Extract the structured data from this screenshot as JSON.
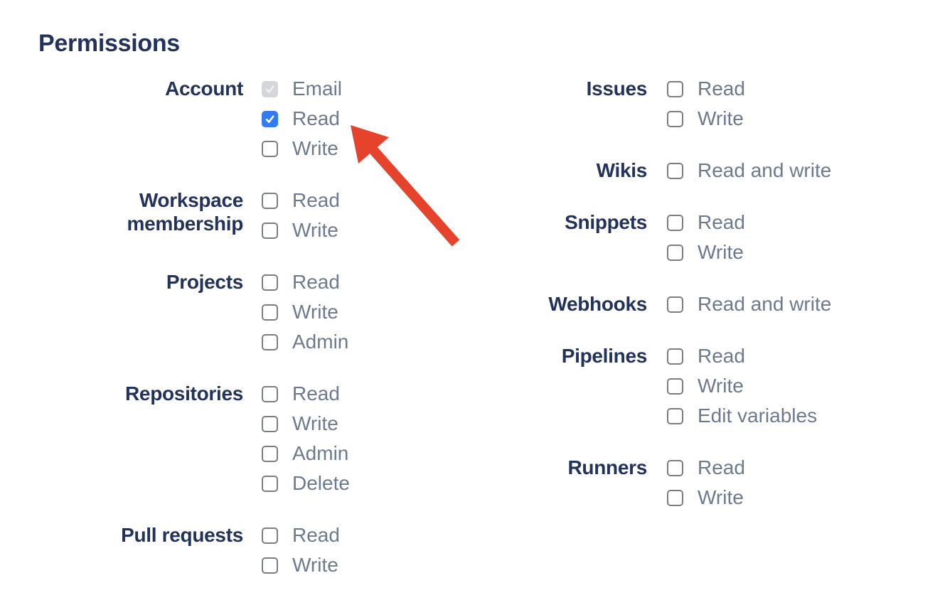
{
  "colors": {
    "heading_text": "#22325B",
    "group_label_text": "#22325B",
    "option_label_text": "#6D7A8E",
    "checkbox_checked_bg": "#337AF5",
    "checkbox_check": "#FFFFFF",
    "checkbox_border": "#7A7E84",
    "checkbox_disabled_bg": "#D4D6D9",
    "checkbox_disabled_check": "#EDEFF1",
    "arrow": "#E5432C"
  },
  "permissions": {
    "heading": "Permissions",
    "columns": [
      {
        "side": "left",
        "groups": [
          {
            "label": "Account",
            "options": [
              {
                "label": "Email",
                "state": "checked_disabled"
              },
              {
                "label": "Read",
                "state": "checked"
              },
              {
                "label": "Write",
                "state": "unchecked"
              }
            ]
          },
          {
            "label": "Workspace membership",
            "options": [
              {
                "label": "Read",
                "state": "unchecked"
              },
              {
                "label": "Write",
                "state": "unchecked"
              }
            ]
          },
          {
            "label": "Projects",
            "options": [
              {
                "label": "Read",
                "state": "unchecked"
              },
              {
                "label": "Write",
                "state": "unchecked"
              },
              {
                "label": "Admin",
                "state": "unchecked"
              }
            ]
          },
          {
            "label": "Repositories",
            "options": [
              {
                "label": "Read",
                "state": "unchecked"
              },
              {
                "label": "Write",
                "state": "unchecked"
              },
              {
                "label": "Admin",
                "state": "unchecked"
              },
              {
                "label": "Delete",
                "state": "unchecked"
              }
            ]
          },
          {
            "label": "Pull requests",
            "options": [
              {
                "label": "Read",
                "state": "unchecked"
              },
              {
                "label": "Write",
                "state": "unchecked"
              }
            ]
          }
        ]
      },
      {
        "side": "right",
        "groups": [
          {
            "label": "Issues",
            "options": [
              {
                "label": "Read",
                "state": "unchecked"
              },
              {
                "label": "Write",
                "state": "unchecked"
              }
            ]
          },
          {
            "label": "Wikis",
            "options": [
              {
                "label": "Read and write",
                "state": "unchecked"
              }
            ]
          },
          {
            "label": "Snippets",
            "options": [
              {
                "label": "Read",
                "state": "unchecked"
              },
              {
                "label": "Write",
                "state": "unchecked"
              }
            ]
          },
          {
            "label": "Webhooks",
            "options": [
              {
                "label": "Read and write",
                "state": "unchecked"
              }
            ]
          },
          {
            "label": "Pipelines",
            "options": [
              {
                "label": "Read",
                "state": "unchecked"
              },
              {
                "label": "Write",
                "state": "unchecked"
              },
              {
                "label": "Edit variables",
                "state": "unchecked"
              }
            ]
          },
          {
            "label": "Runners",
            "options": [
              {
                "label": "Read",
                "state": "unchecked"
              },
              {
                "label": "Write",
                "state": "unchecked"
              }
            ]
          }
        ]
      }
    ]
  },
  "annotation": {
    "arrow_target": "account-read-checkbox"
  }
}
